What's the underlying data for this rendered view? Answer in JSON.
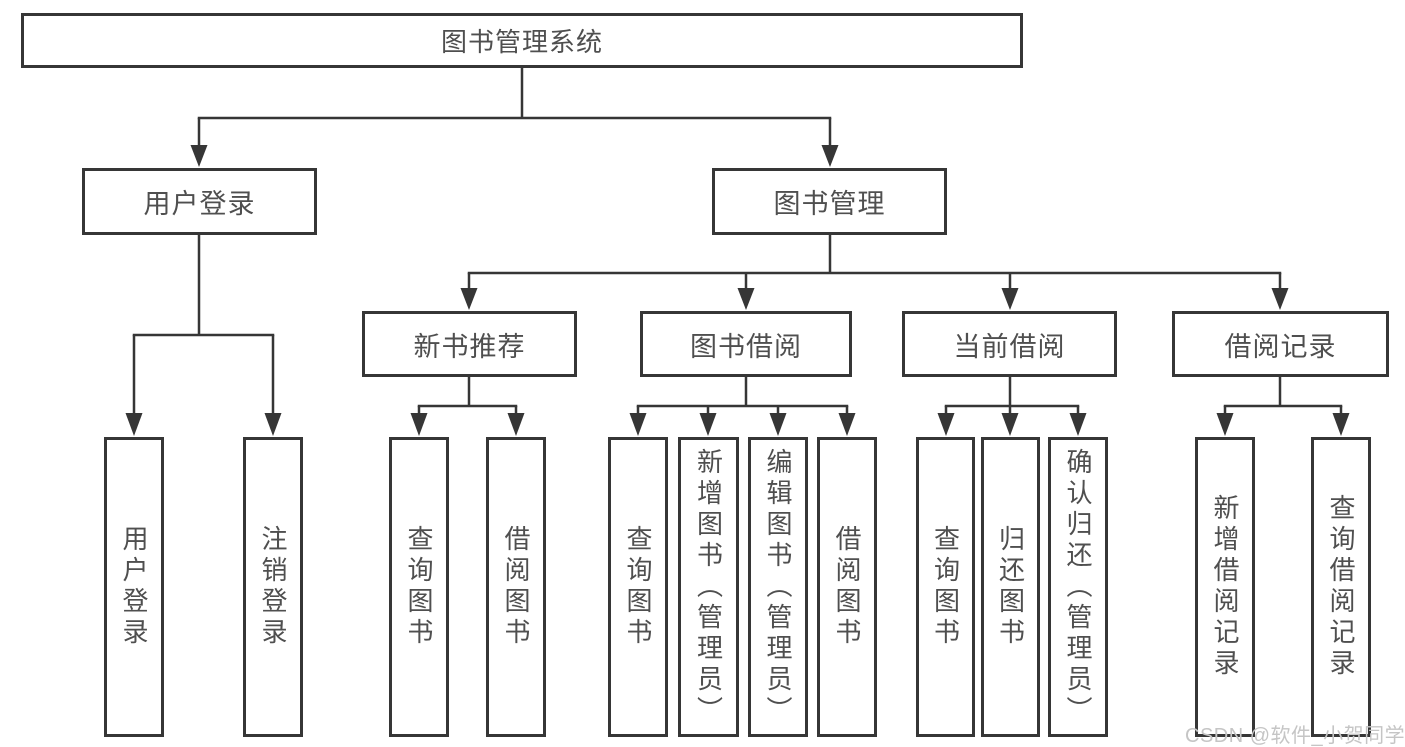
{
  "diagram": {
    "root": {
      "label": "图书管理系统"
    },
    "level2": [
      {
        "label": "用户登录"
      },
      {
        "label": "图书管理"
      }
    ],
    "level3": [
      {
        "label": "新书推荐",
        "parent": "图书管理"
      },
      {
        "label": "图书借阅",
        "parent": "图书管理"
      },
      {
        "label": "当前借阅",
        "parent": "图书管理"
      },
      {
        "label": "借阅记录",
        "parent": "图书管理"
      }
    ],
    "leaves": [
      {
        "label": "用户登录",
        "parent": "用户登录"
      },
      {
        "label": "注销登录",
        "parent": "用户登录"
      },
      {
        "label": "查询图书",
        "parent": "新书推荐"
      },
      {
        "label": "借阅图书",
        "parent": "新书推荐"
      },
      {
        "label": "查询图书",
        "parent": "图书借阅"
      },
      {
        "label": "新增图书（管理员）",
        "parent": "图书借阅"
      },
      {
        "label": "编辑图书（管理员）",
        "parent": "图书借阅"
      },
      {
        "label": "借阅图书",
        "parent": "图书借阅"
      },
      {
        "label": "查询图书",
        "parent": "当前借阅"
      },
      {
        "label": "归还图书",
        "parent": "当前借阅"
      },
      {
        "label": "确认归还（管理员）",
        "parent": "当前借阅"
      },
      {
        "label": "新增借阅记录",
        "parent": "借阅记录"
      },
      {
        "label": "查询借阅记录",
        "parent": "借阅记录"
      }
    ]
  },
  "watermark": {
    "text": "CSDN @软件_小贺同学"
  },
  "colors": {
    "line": "#363636",
    "text": "#4f4f4f",
    "watermark": "#c5c5c5",
    "background": "#ffffff"
  }
}
